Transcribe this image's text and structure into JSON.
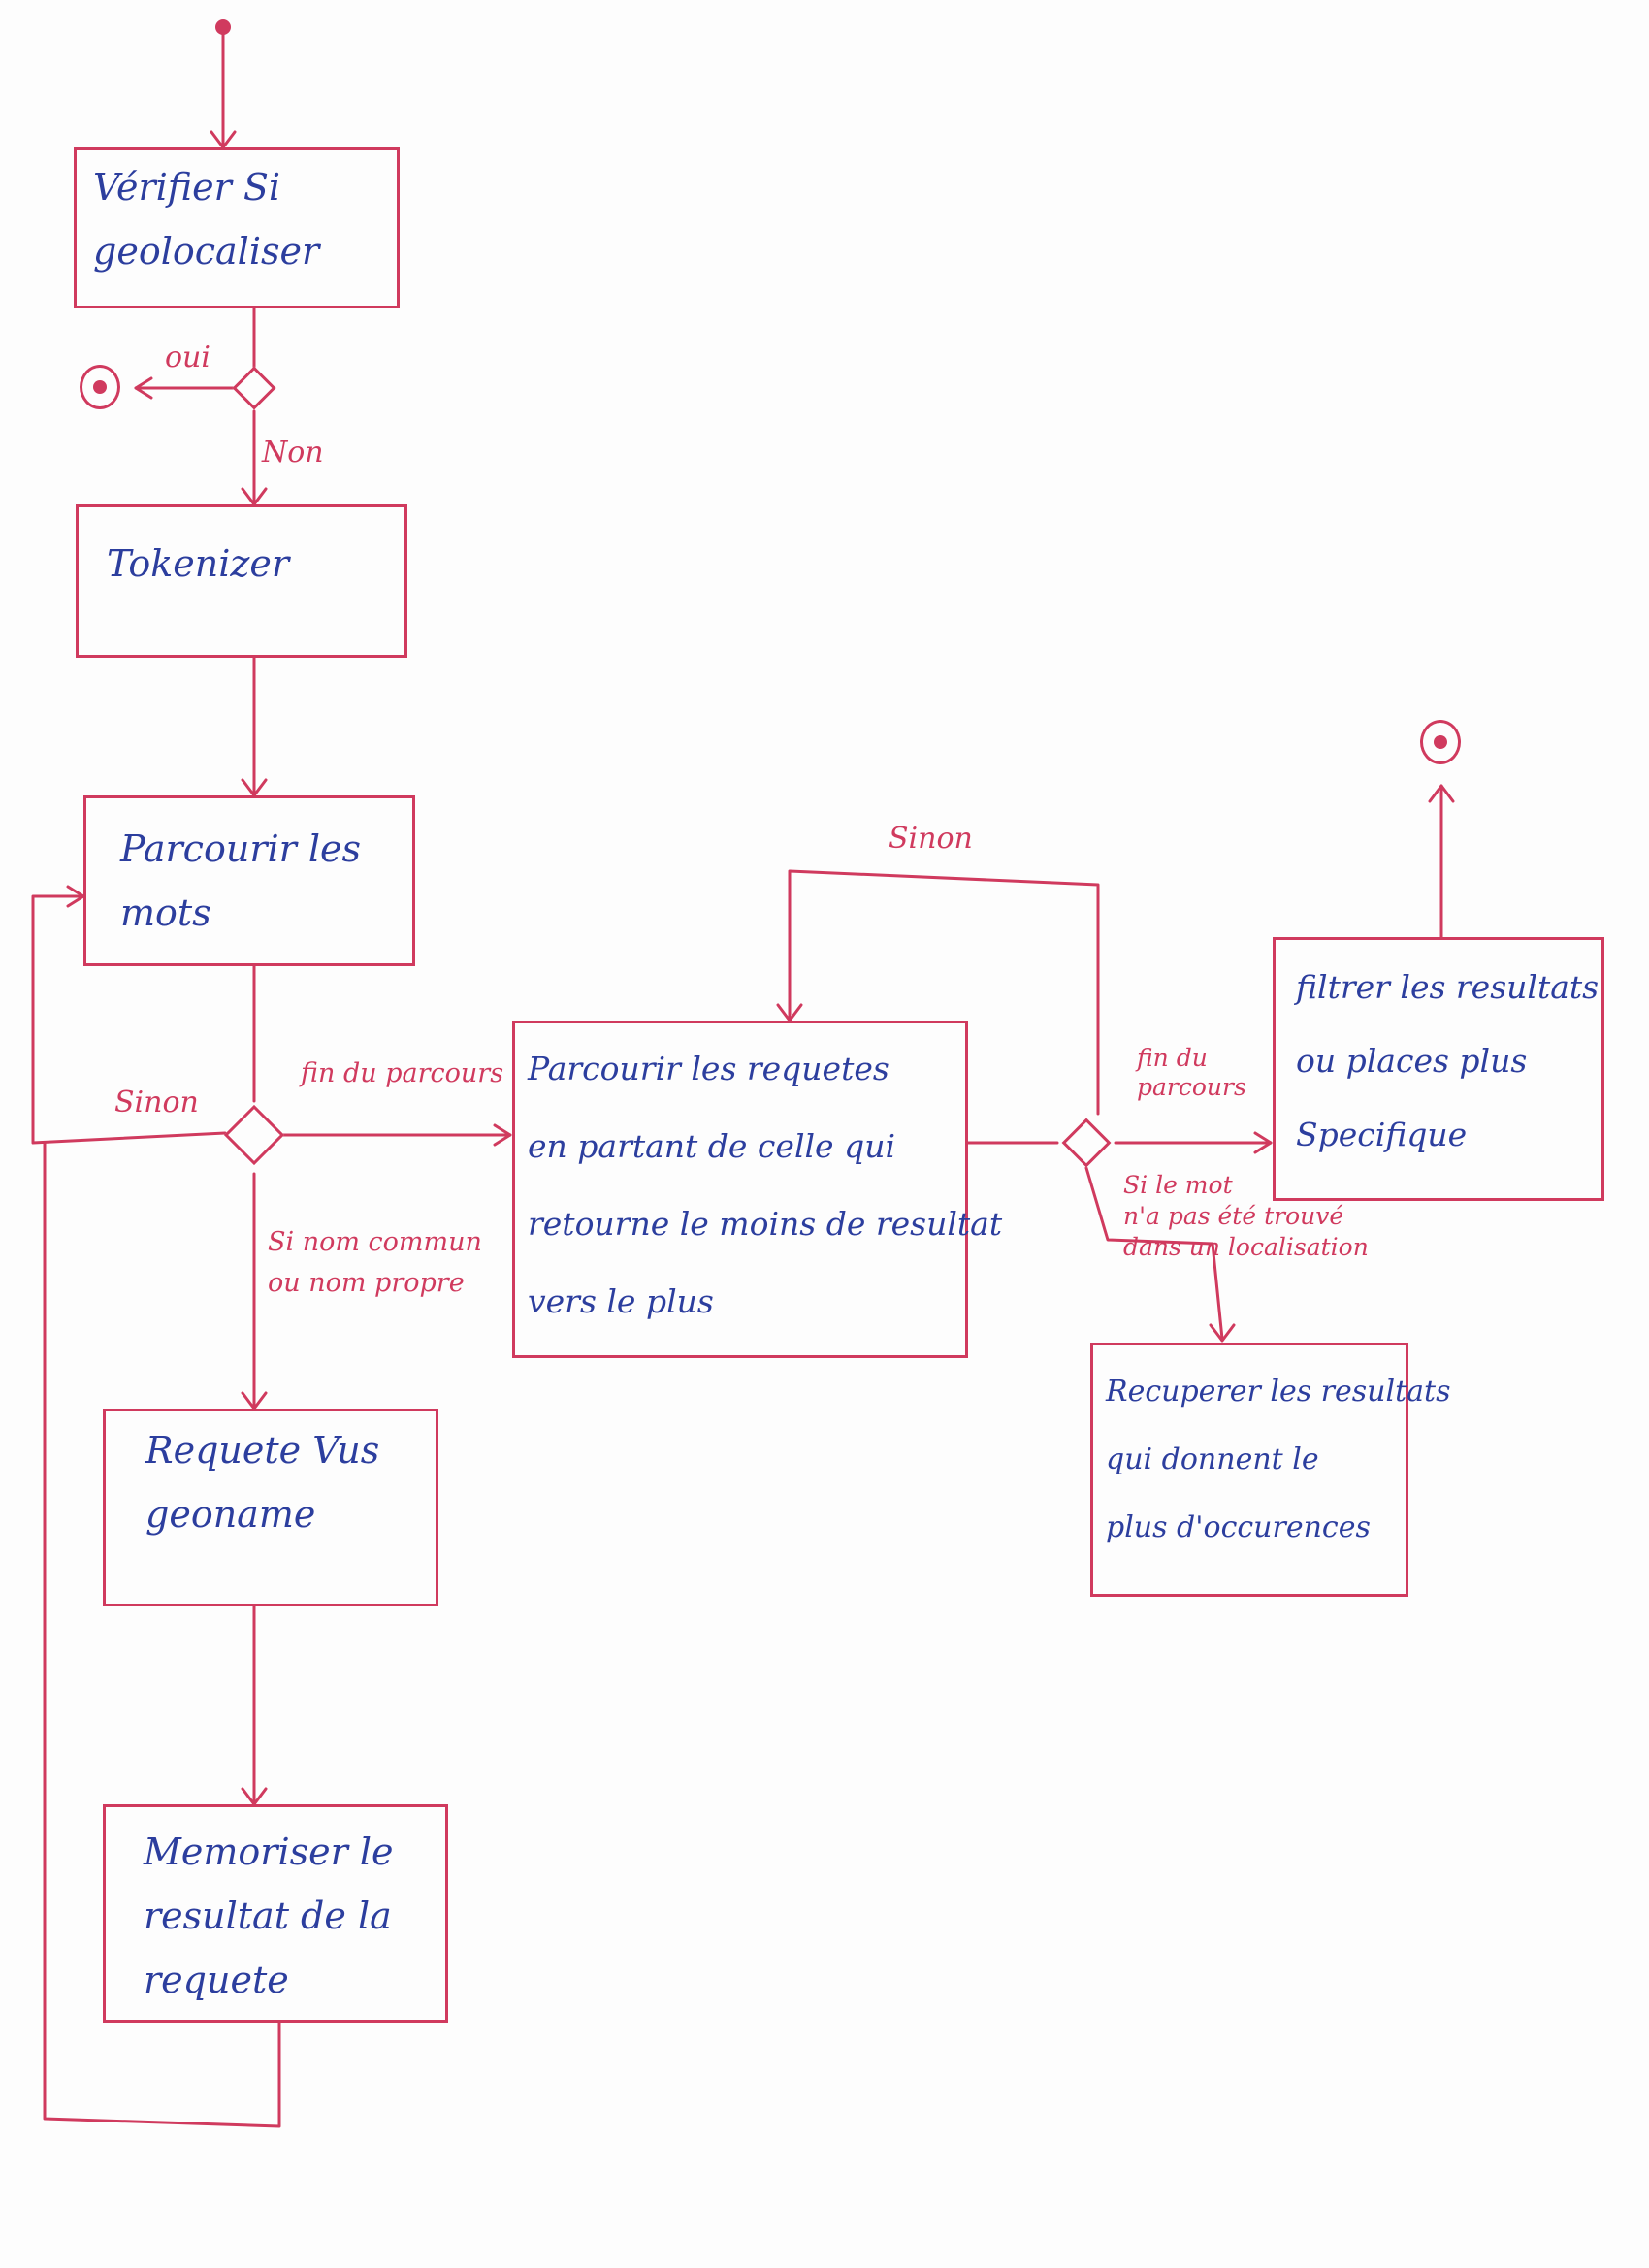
{
  "diagram": {
    "nodes": {
      "verifier": "Vérifier Si\ngeolocaliser",
      "tokenizer": "Tokenizer",
      "parcourir_mots": "Parcourir les\nmots",
      "requete_geoname": "Requete Vus\ngeoname",
      "memoriser": "Memoriser le\nresultat de la\nrequete",
      "parcourir_requetes": "Parcourir les requetes\nen partant de celle qui\nretourne le moins de resultat\nvers le plus",
      "filtrer": "filtrer les resultats\nou places plus\nSpecifique",
      "recuperer": "Recuperer les resultats\nqui donnent le\nplus d'occurences"
    },
    "edge_labels": {
      "oui": "oui",
      "non": "Non",
      "sinon_left": "Sinon",
      "fin_du_parcours_1": "fin du parcours",
      "si_nom": "Si nom commun\nou nom propre",
      "sinon_top": "Sinon",
      "fin_du_parcours_2": "fin du\nparcours",
      "si_le_mot": "Si le mot\nn'a pas été trouvé\ndans un localisation"
    },
    "colors": {
      "ink_red": "#d03a5e",
      "ink_blue": "#2c3e9e"
    }
  }
}
